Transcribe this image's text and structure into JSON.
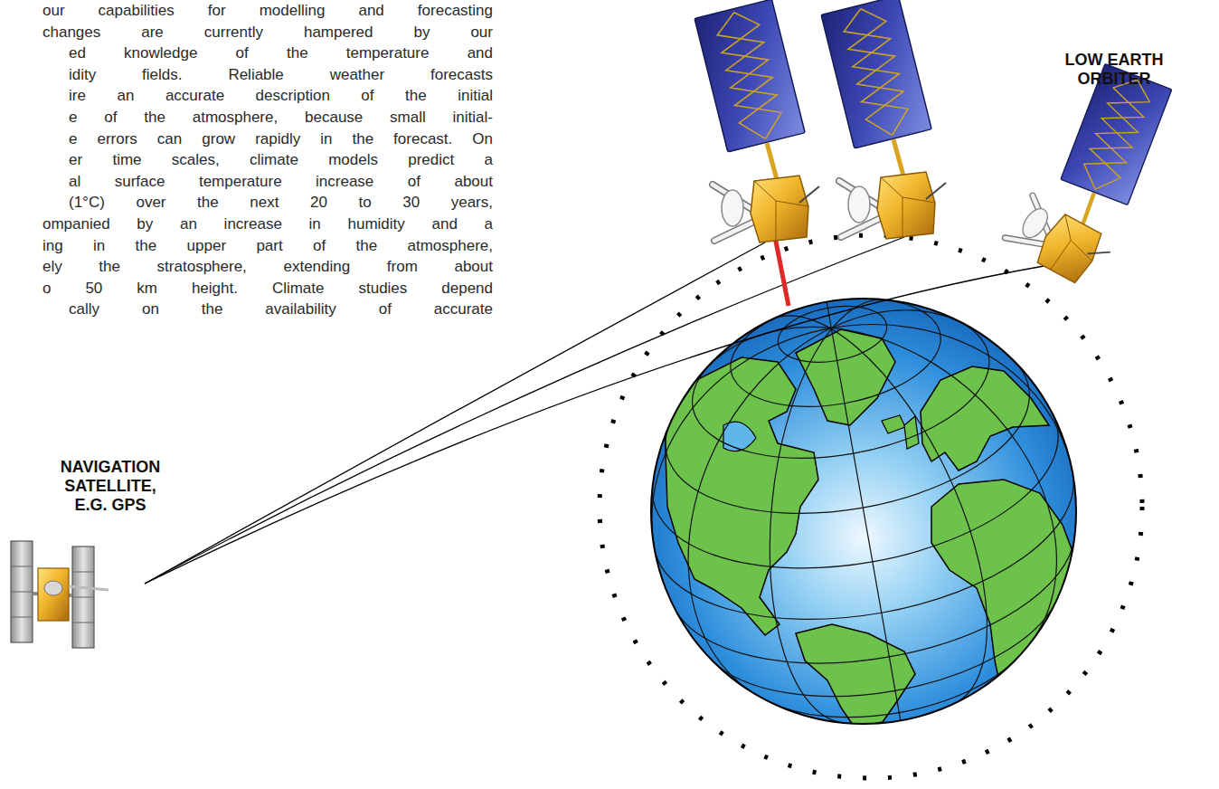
{
  "diagram": {
    "labels": [
      "our capabilities for modelling and forecasting",
      "changes are currently hampered by our",
      "ed knowledge of the temperature and",
      "idity fields. Reliable weather forecasts",
      "ire an accurate description of the initial",
      "e of the atmosphere, because small initial-",
      "e errors can grow rapidly in the forecast. On",
      "er time scales, climate models predict a",
      "al surface temperature increase of about",
      "(1°C) over the next 20 to 30 years,",
      "ompanied by an increase in humidity and a",
      "ing in the upper part of the atmosphere,",
      "ely the stratosphere, extending from about",
      "o 50 km height. Climate studies depend",
      "cally on the availability of accurate",
      "LOW EARTH ORBITER",
      "NAVIGATION SATELLITE, E.G. GPS"
    ]
  }
}
